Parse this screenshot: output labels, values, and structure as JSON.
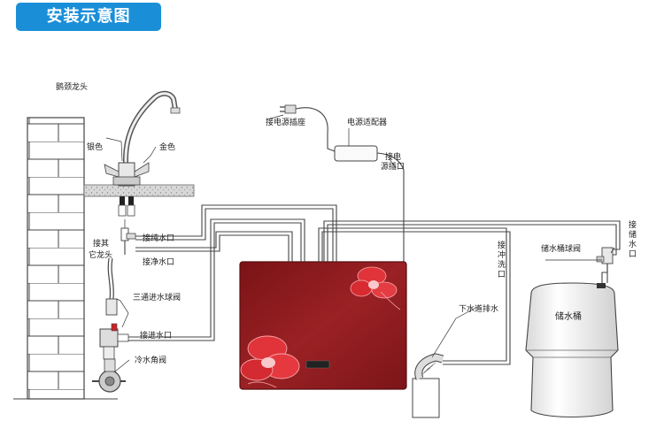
{
  "title": "安装示意图",
  "colors": {
    "title_bg": "#1a8fd8",
    "purifier_body": "#8e1a1c",
    "flower": "#e0343a"
  },
  "labels": {
    "gooseneck_faucet": "鹅颈龙头",
    "silver": "银色",
    "gold": "金色",
    "other_faucet": [
      "接其",
      "它龙头"
    ],
    "pure_water_port": "接纯水口",
    "clean_water_port": "接净水口",
    "three_way_valve": "三通进水球阀",
    "inlet_port": "接进水口",
    "cold_angle_valve": "冷水角阀",
    "power_socket": "接电源插座",
    "power_adapter": "电源适配器",
    "power_port": [
      "接电",
      "源插口"
    ],
    "flush_port": [
      "接",
      "冲",
      "洗",
      "口"
    ],
    "drain": "下水道排水",
    "tank_valve": "储水桶球阀",
    "storage_port": [
      "接",
      "储",
      "水",
      "口"
    ],
    "storage_tank": "储水桶"
  }
}
